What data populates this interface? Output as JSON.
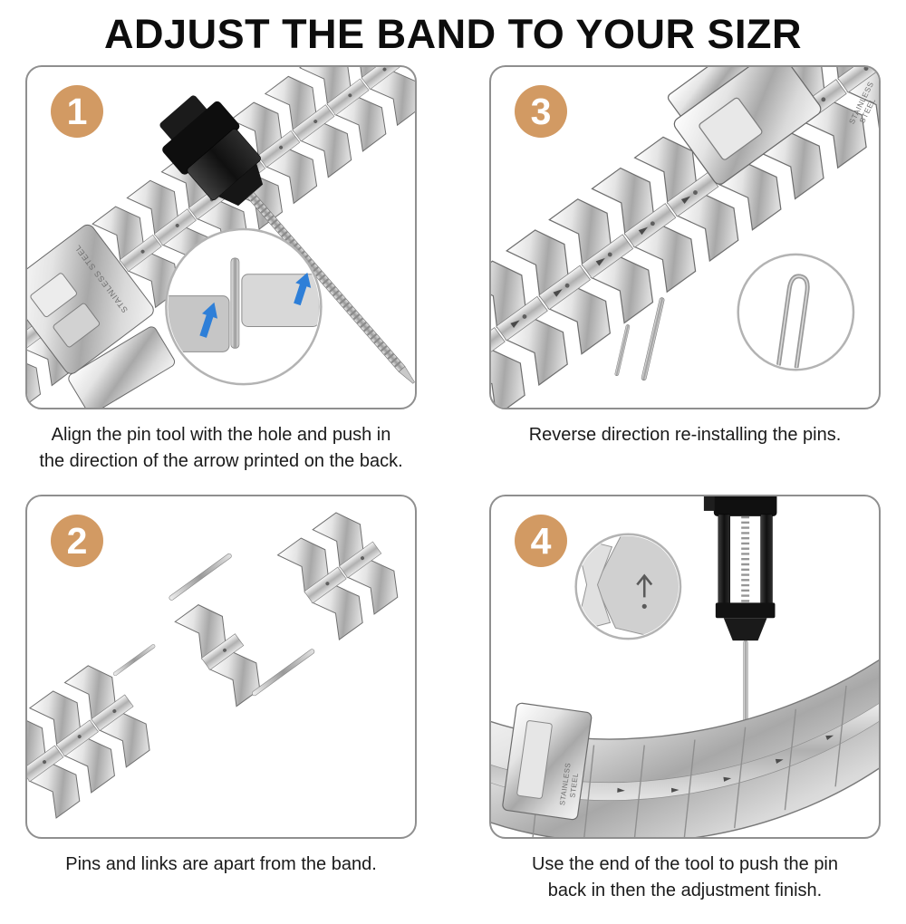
{
  "title": "ADJUST THE BAND TO YOUR SIZR",
  "band_engraving": "STAINLESS STEEL",
  "band_engraving_lines": [
    "STAINLESS",
    "STEEL"
  ],
  "colors": {
    "accent": "#d29a63",
    "detail_arrow": "#2e7fd8"
  },
  "steps": {
    "step1": {
      "number": "1",
      "caption_lines": [
        "Align the pin tool with the hole and push in",
        "the direction of the arrow printed on the back."
      ]
    },
    "step3": {
      "number": "3",
      "caption_lines": [
        "Reverse direction re-installing the pins."
      ]
    },
    "step2": {
      "number": "2",
      "caption_lines": [
        "Pins and links are apart from the band."
      ]
    },
    "step4": {
      "number": "4",
      "caption_lines": [
        "Use the end of the tool to push the pin",
        "back in then the adjustment finish."
      ]
    }
  }
}
